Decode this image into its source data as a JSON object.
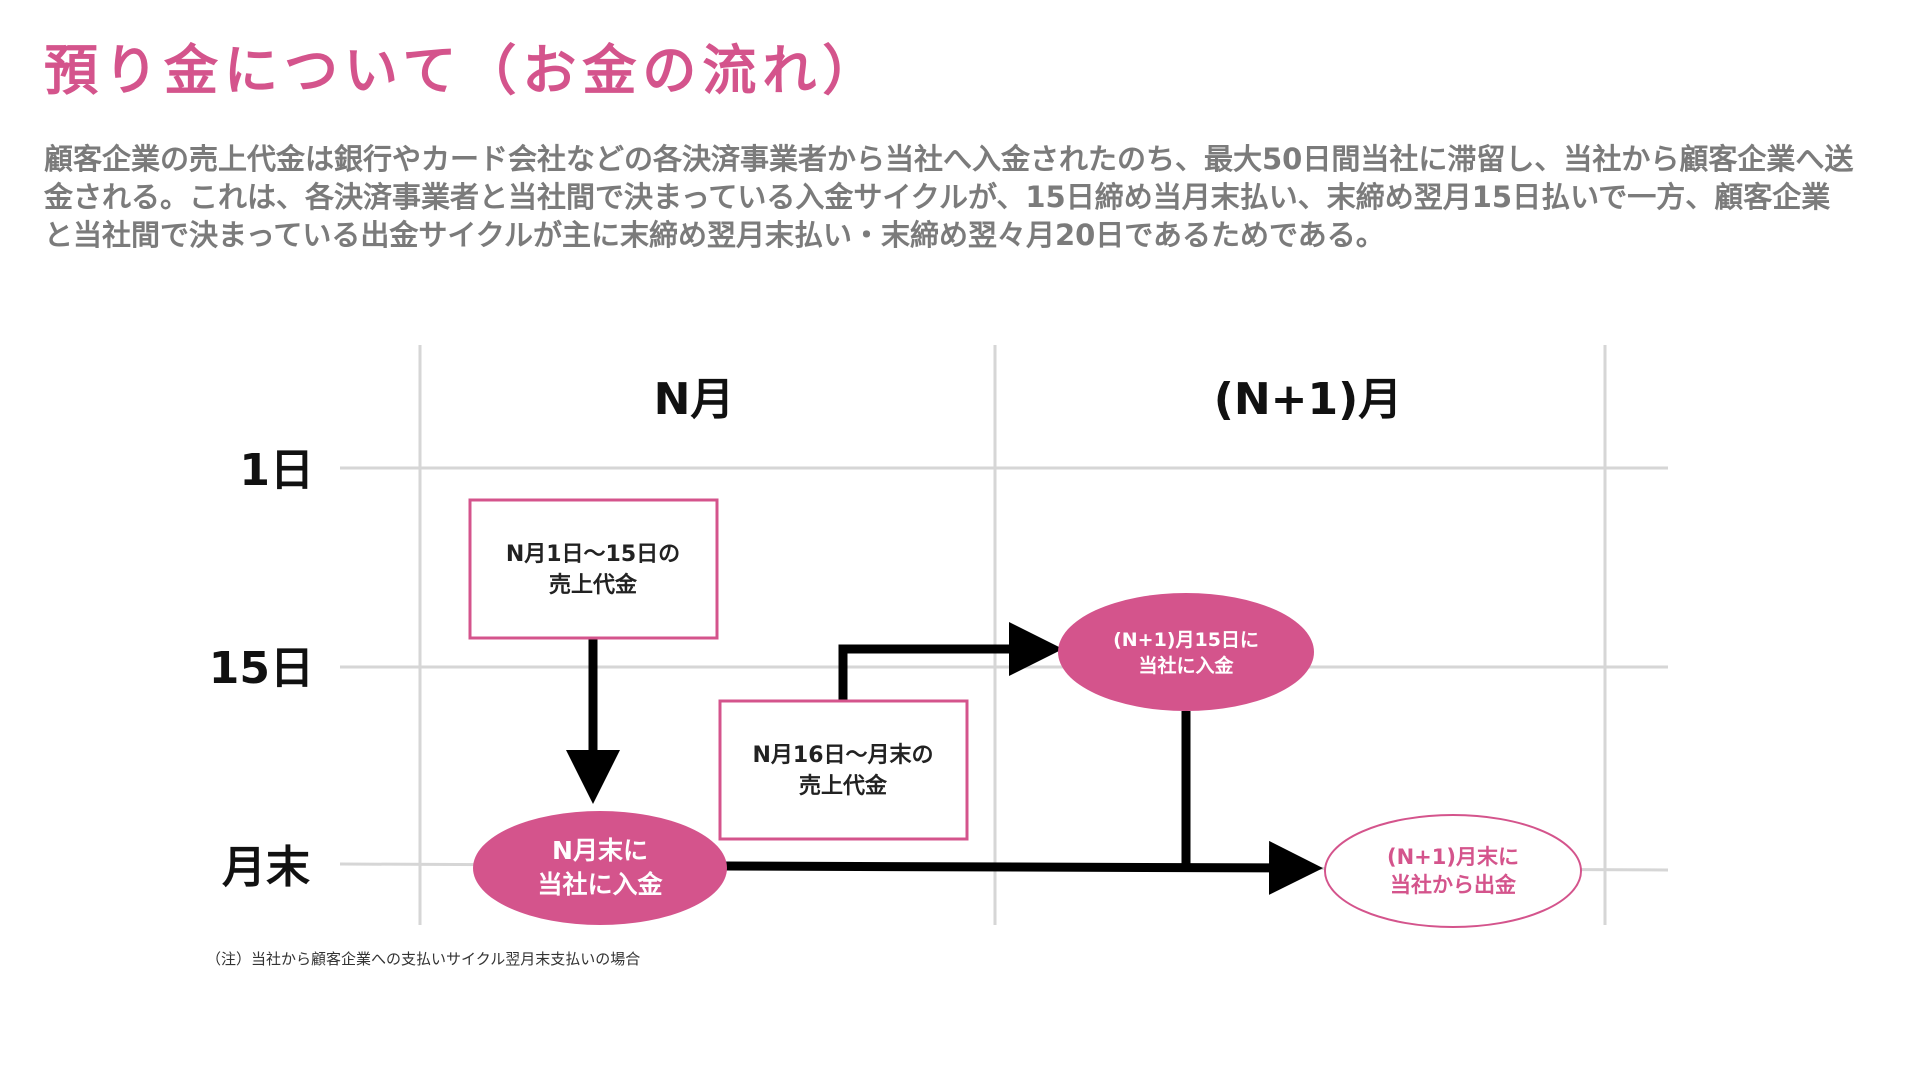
{
  "title": "預り金について（お金の流れ）",
  "description": "顧客企業の売上代金は銀行やカード会社などの各決済事業者から当社へ入金されたのち、最大50日間当社に滞留し、当社から顧客企業へ送金される。これは、各決済事業者と当社間で決まっている入金サイクルが、15日締め当月末払い、末締め翌月15日払いで一方、顧客企業と当社間で決まっている出金サイクルが主に末締め翌月末払い・末締め翌々月20日であるためである。",
  "diagram": {
    "columns": [
      "N月",
      "(N+1)月"
    ],
    "rows": [
      "1日",
      "15日",
      "月末"
    ],
    "boxes": {
      "sales_first_half": [
        "N月1日～15日の",
        "売上代金"
      ],
      "sales_second_half": [
        "N月16日～月末の",
        "売上代金"
      ]
    },
    "ellipses": {
      "deposit_n_end": [
        "N月末に",
        "当社に入金"
      ],
      "deposit_n1_15": [
        "(N+1)月15日に",
        "当社に入金"
      ],
      "payout_n1_end": [
        "(N+1)月末に",
        "当社から出金"
      ]
    }
  },
  "note": "（注）当社から顧客企業への支払いサイクル翌月末支払いの場合",
  "colors": {
    "accent": "#d4548c",
    "text_gray": "#7b7b7b",
    "grid": "#d6d6d6",
    "arrow": "#000000"
  }
}
